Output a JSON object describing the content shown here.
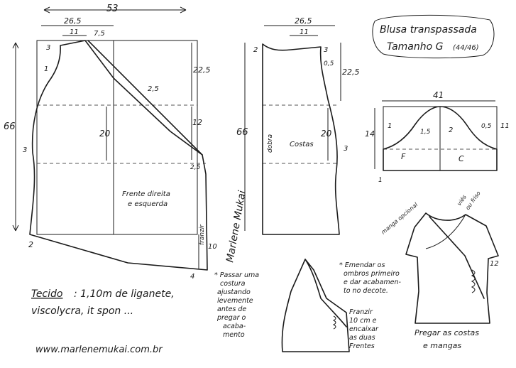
{
  "title": {
    "line1": "Blusa transpassada",
    "line2": "Tamanho G",
    "size": "(44/46)"
  },
  "front": {
    "width_total": "53",
    "width_half": "26,5",
    "neck_width": "11",
    "neck_drop": "7,5",
    "height": "66",
    "upper": "22,5",
    "armhole_depth": "20",
    "side_a": "12",
    "side_b": "2,5",
    "diag": "2,5",
    "left_1": "1",
    "left_3": "3",
    "shoulder_3": "3",
    "bottom_2": "2",
    "bottom_10": "10",
    "bottom_4": "4",
    "label1": "Frente direita",
    "label2": "e esquerda",
    "franzir": "franzir"
  },
  "back": {
    "width_half": "26,5",
    "neck": "11",
    "left_2": "2",
    "right_3": "3",
    "armhole_05": "0,5",
    "upper": "22,5",
    "height": "66",
    "armhole_depth": "20",
    "side_3": "3",
    "dobra": "dobra",
    "label": "Costas"
  },
  "sleeve": {
    "width": "41",
    "height": "14",
    "side": "11",
    "c1": "1",
    "c15": "1,5",
    "c2": "2",
    "c05": "0,5",
    "f": "F",
    "c": "C",
    "b1": "1"
  },
  "signature": "Marlene Mukai",
  "notes": {
    "fabric_label": "Tecido",
    "fabric_line1": ": 1,10m de liganete,",
    "fabric_line2": "viscolycra, it spon ...",
    "website": "www.marlenemukai.com.br",
    "stitch": [
      "* Passar uma",
      "costura",
      "ajustando",
      "levemente",
      "antes de",
      "pregar o",
      "acaba-",
      "mento"
    ],
    "shoulders": [
      "* Emendar os",
      "ombros primeiro",
      "e dar acabamen-",
      "to no decote."
    ],
    "gather": [
      "Franzir",
      "10 cm e",
      "encaixar",
      "as duas",
      "Frentes"
    ],
    "optional_sleeve": "manga opcional",
    "viés": "viés",
    "ou_friso": "ou friso",
    "twelve": "12",
    "finish": [
      "Pregar as costas",
      "e mangas"
    ]
  }
}
